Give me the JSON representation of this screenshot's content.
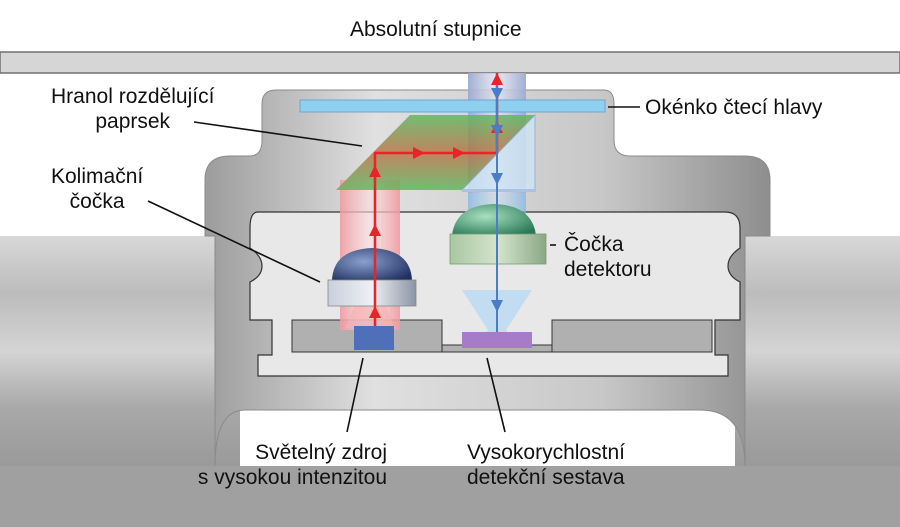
{
  "title": "Absolutní stupnice",
  "labels": {
    "prism": [
      "Hranol rozdělující",
      "paprsek"
    ],
    "collimator": [
      "Kolimační",
      "čočka"
    ],
    "window": "Okénko čtecí hlavy",
    "detector_lens": [
      "Čočka",
      "detektoru"
    ],
    "light_source": [
      "Světelný zdroj",
      "s vysokou intenzitou"
    ],
    "detector": [
      "Vysokorychlostní",
      "detekční sestava"
    ]
  },
  "colors": {
    "red_beam": "#e8242a",
    "blue_beam": "#4a7cc8",
    "window": "#8fd0f0",
    "prism": "#5cb85c",
    "light_source": "#4f6fb8",
    "detector": "#a67cc8",
    "detector_lens": "#b8d4b0",
    "collimator_lens": "#c8d0dc"
  }
}
